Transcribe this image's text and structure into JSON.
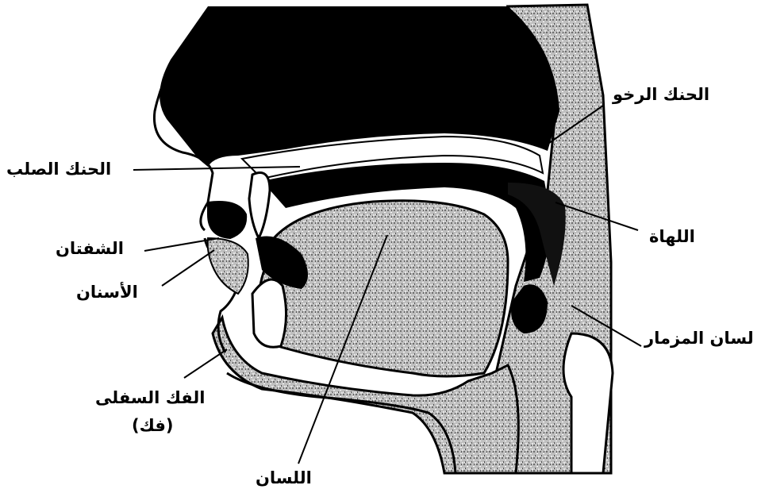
{
  "labels": {
    "soft_palate": "الحنك الرخو",
    "hard_palate": "الحنك الصلب",
    "uvula": "اللهاة",
    "lips": "الشفتان",
    "teeth": "الأسنان",
    "epiglottis": "لسان المزمار",
    "lower_jaw": "الفك السفلى",
    "lower_jaw_alt": "(فك)",
    "tongue": "اللسان"
  },
  "colors": {
    "ink": "#000000",
    "paper": "#ffffff",
    "speckle_light": "#d9d9d9",
    "speckle_dark": "#7a7a7a"
  }
}
